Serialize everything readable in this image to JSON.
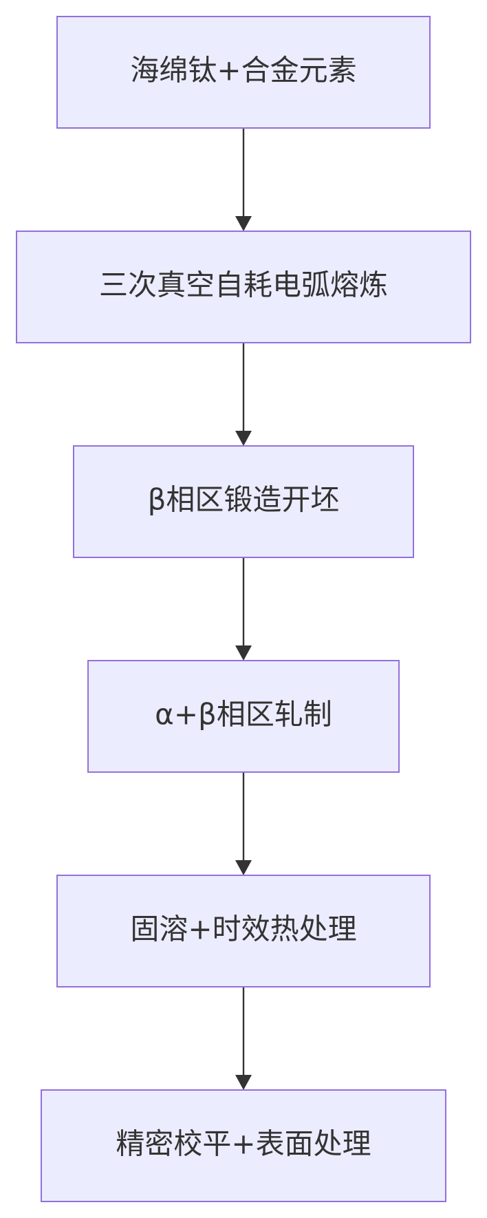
{
  "flowchart": {
    "nodes": [
      {
        "id": "n1",
        "label": "海绵钛+合金元素"
      },
      {
        "id": "n2",
        "label": "三次真空自耗电弧熔炼"
      },
      {
        "id": "n3",
        "label": "β相区锻造开坯"
      },
      {
        "id": "n4",
        "label": "α+β相区轧制"
      },
      {
        "id": "n5",
        "label": "固溶+时效热处理"
      },
      {
        "id": "n6",
        "label": "精密校平+表面处理"
      }
    ],
    "edges": [
      {
        "from": "n1",
        "to": "n2"
      },
      {
        "from": "n2",
        "to": "n3"
      },
      {
        "from": "n3",
        "to": "n4"
      },
      {
        "from": "n4",
        "to": "n5"
      },
      {
        "from": "n5",
        "to": "n6"
      }
    ],
    "colors": {
      "node_fill": "#ECECFF",
      "node_stroke": "#9370DB",
      "text": "#333333",
      "edge": "#333333"
    }
  }
}
